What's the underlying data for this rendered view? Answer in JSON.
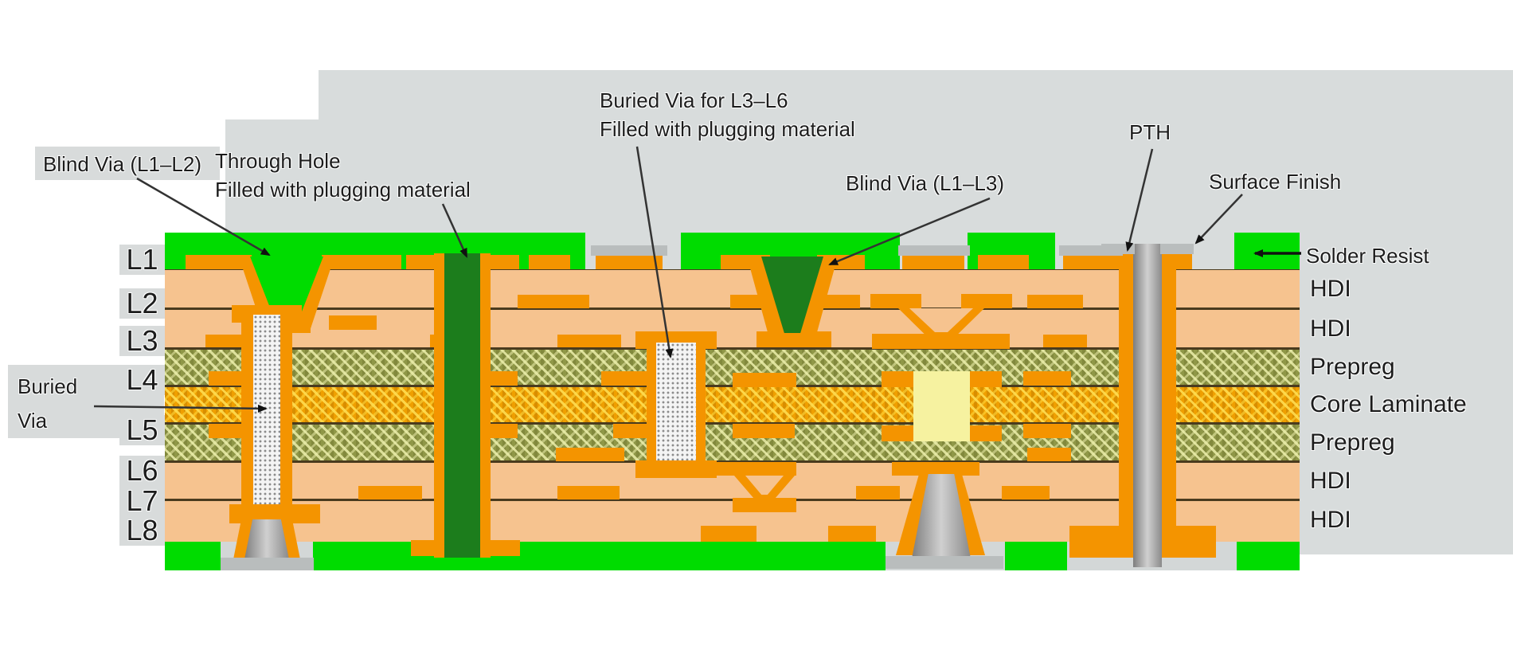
{
  "annotations": {
    "blind_via_l1_l2": "Blind Via (L1–L2)",
    "through_hole_line1": "Through Hole",
    "through_hole_line2": "Filled with plugging material",
    "buried_via_l3_l6_line1": "Buried Via for L3–L6",
    "buried_via_l3_l6_line2": "Filled with plugging material",
    "blind_via_l1_l3": "Blind Via (L1–L3)",
    "pth": "PTH",
    "surface_finish": "Surface Finish",
    "solder_resist": "Solder Resist",
    "buried_via_line1": "Buried",
    "buried_via_line2": "Via"
  },
  "layer_labels_left": [
    {
      "label": "L1"
    },
    {
      "label": "L2"
    },
    {
      "label": "L3"
    },
    {
      "label": "L4"
    },
    {
      "label": "L5"
    },
    {
      "label": "L6"
    },
    {
      "label": "L7"
    },
    {
      "label": "L8"
    }
  ],
  "layer_labels_right": [
    {
      "label": "HDI"
    },
    {
      "label": "HDI"
    },
    {
      "label": "Prepreg"
    },
    {
      "label": "Core Laminate"
    },
    {
      "label": "Prepreg"
    },
    {
      "label": "HDI"
    },
    {
      "label": "HDI"
    }
  ],
  "colors": {
    "solder_resist_green": "#00dc00",
    "plugging_material_dark_green": "#1c7d1c",
    "copper_orange": "#f49400",
    "hdi_dielectric_salmon": "#f6c38f",
    "prepreg_olive": "#8f9747",
    "core_laminate_orange": "#ef9f00",
    "buried_via_fill_stipple": "#f4f4f4",
    "pth_barrel_gray": "#9a9a9a",
    "surface_finish_gray": "#b9bdbd",
    "core_plug_pale_yellow": "#f6f2a0",
    "annotation_background_gray": "#d8dcdc"
  }
}
